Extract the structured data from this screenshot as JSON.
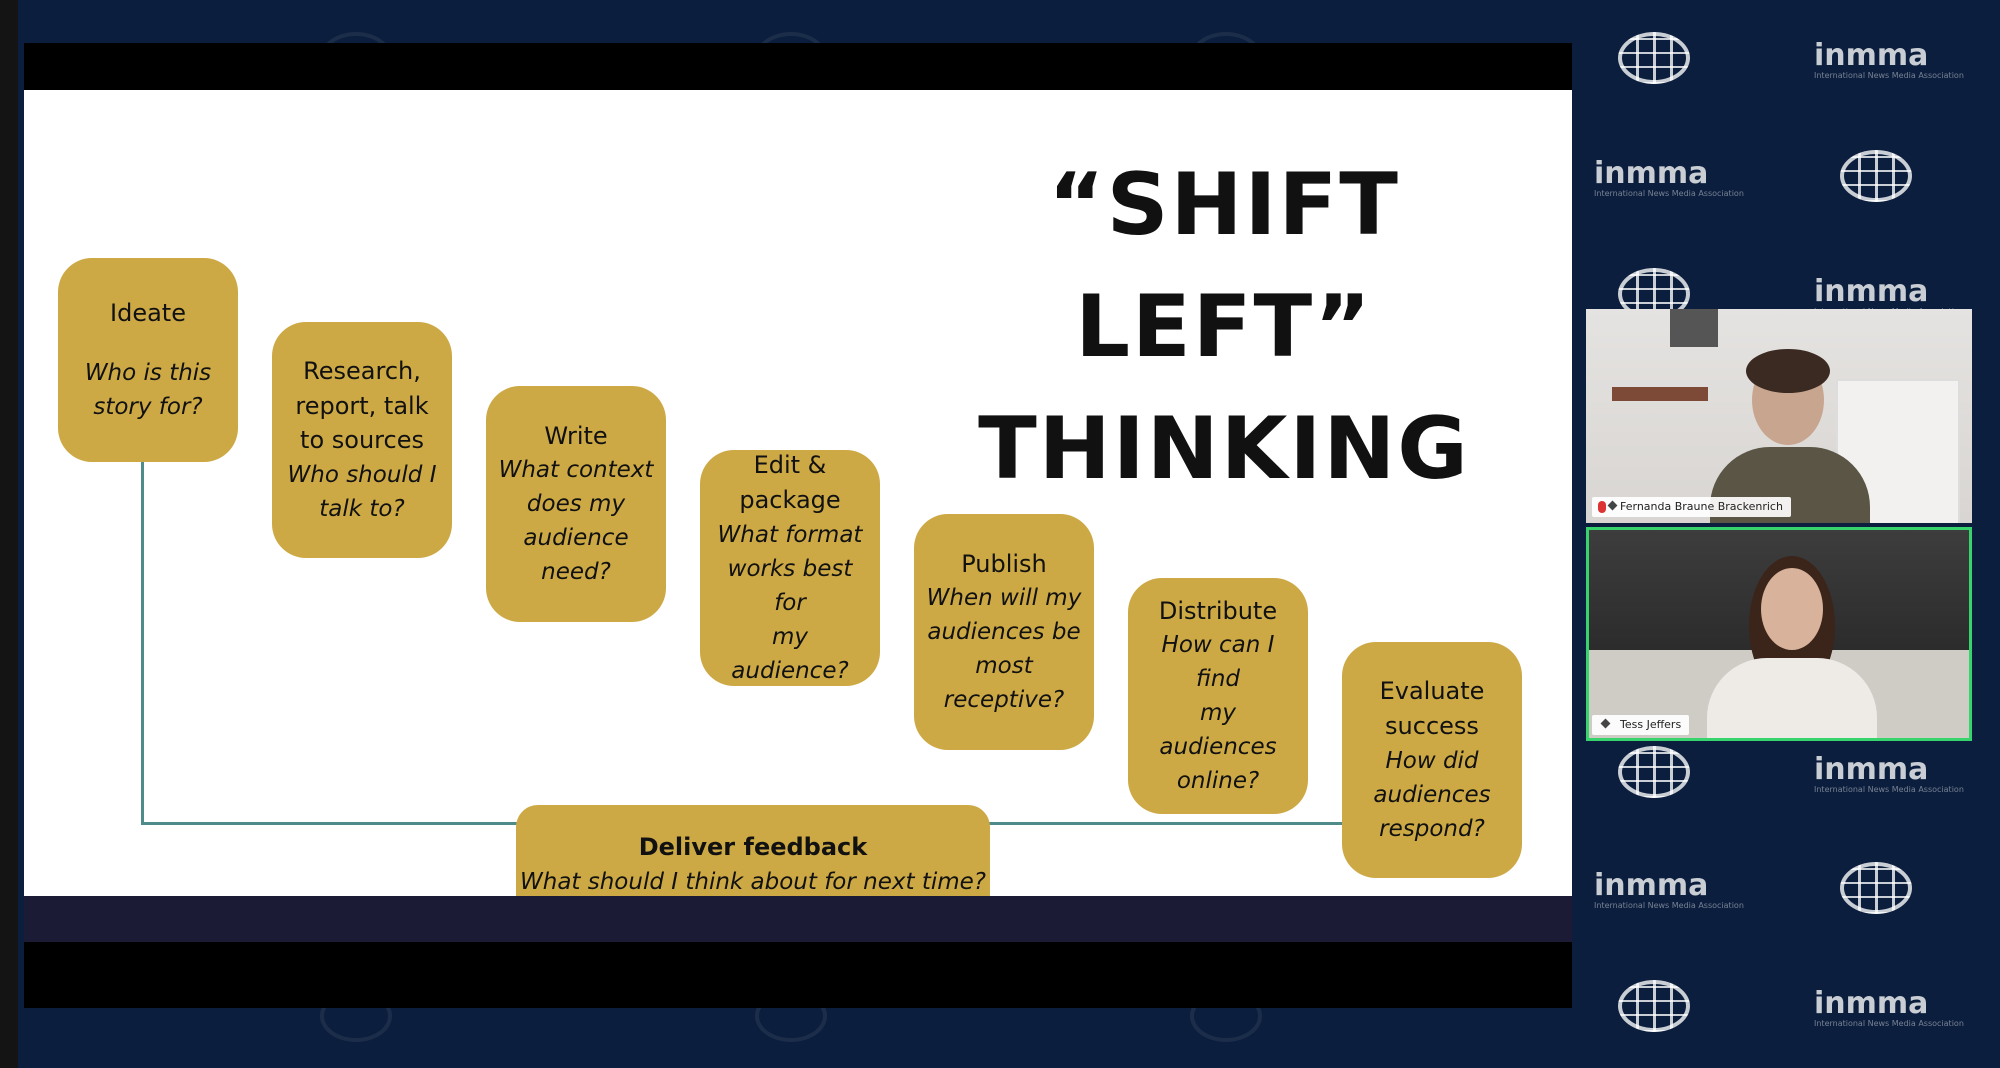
{
  "background": {
    "brand": "inmma",
    "brand_sub": "International News Media Association",
    "color": "#0b1e3d"
  },
  "slide": {
    "title_lines": [
      "“SHIFT",
      "LEFT”",
      "THINKING"
    ],
    "accent_color": "#cda945",
    "arrow_color": "#4f8b8a",
    "steps": [
      {
        "heading": "Ideate",
        "question": "Who is this\nstory for?"
      },
      {
        "heading": "Research,\nreport, talk\nto sources",
        "question": "Who should I\ntalk to?"
      },
      {
        "heading": "Write",
        "question": "What context\ndoes my\naudience\nneed?"
      },
      {
        "heading": "Edit &\npackage",
        "question": "What format\nworks best for\nmy audience?"
      },
      {
        "heading": "Publish",
        "question": "When will my\naudiences be\nmost\nreceptive?"
      },
      {
        "heading": "Distribute",
        "question": "How can I find\nmy audiences\nonline?"
      },
      {
        "heading": "Evaluate\nsuccess",
        "question": "How did\naudiences\nrespond?"
      }
    ],
    "feedback": {
      "heading": "Deliver feedback",
      "question": "What should I think about for next time?"
    }
  },
  "participants": [
    {
      "name": "Fernanda Braune Brackenrich",
      "muted": true
    },
    {
      "name": "Tess Jeffers",
      "muted": false,
      "active_speaker": true
    }
  ]
}
